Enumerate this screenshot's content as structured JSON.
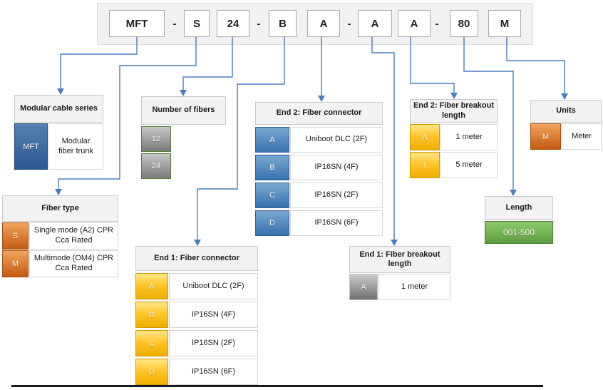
{
  "part_number": {
    "full_code": "MFT-S24-BA-AA-80M",
    "segments": [
      {
        "kind": "box",
        "label": "MFT"
      },
      {
        "kind": "dash",
        "label": "-"
      },
      {
        "kind": "box",
        "label": "S"
      },
      {
        "kind": "box",
        "label": "24"
      },
      {
        "kind": "dash",
        "label": "-"
      },
      {
        "kind": "box",
        "label": "B"
      },
      {
        "kind": "box",
        "label": "A"
      },
      {
        "kind": "dash",
        "label": "-"
      },
      {
        "kind": "box",
        "label": "A"
      },
      {
        "kind": "box",
        "label": "A"
      },
      {
        "kind": "dash",
        "label": "-"
      },
      {
        "kind": "box",
        "label": "80"
      },
      {
        "kind": "box",
        "label": "M"
      }
    ]
  },
  "boxes": {
    "modular_cable_series": {
      "title": "Modular cable series",
      "code_style": "blue-dark",
      "rows": [
        {
          "code": "MFT",
          "desc": "Modular fiber trunk"
        }
      ]
    },
    "fiber_type": {
      "title": "Fiber type",
      "code_style": "orange",
      "rows": [
        {
          "code": "S",
          "desc": "Single mode (A2) CPR Cca Rated"
        },
        {
          "code": "M",
          "desc": "Multimode (OM4) CPR Cca Rated"
        }
      ]
    },
    "number_of_fibers": {
      "title": "Number of fibers",
      "code_style": "gray-green",
      "rows": [
        {
          "code": "12"
        },
        {
          "code": "24"
        }
      ]
    },
    "end1_connector": {
      "title": "End 1: Fiber connector",
      "code_style": "yellow",
      "rows": [
        {
          "code": "A",
          "desc": "Uniboot DLC (2F)"
        },
        {
          "code": "B",
          "desc": "IP16SN (4F)"
        },
        {
          "code": "C",
          "desc": "IP16SN (2F)"
        },
        {
          "code": "D",
          "desc": "IP16SN (6F)"
        }
      ]
    },
    "end2_connector": {
      "title": "End 2: Fiber connector",
      "code_style": "blue",
      "rows": [
        {
          "code": "A",
          "desc": "Uniboot DLC (2F)"
        },
        {
          "code": "B",
          "desc": "IP16SN (4F)"
        },
        {
          "code": "C",
          "desc": "IP16SN (2F)"
        },
        {
          "code": "D",
          "desc": "IP16SN (6F)"
        }
      ]
    },
    "end1_breakout": {
      "title": "End 1: Fiber breakout length",
      "code_style": "gray",
      "rows": [
        {
          "code": "A",
          "desc": "1 meter"
        }
      ]
    },
    "end2_breakout": {
      "title": "End 2: Fiber breakout length",
      "code_style": "yellow",
      "rows": [
        {
          "code": "A",
          "desc": "1 meter"
        },
        {
          "code": "I",
          "desc": "5 meter"
        }
      ]
    },
    "length": {
      "title": "Length",
      "code_style": "green",
      "rows": [
        {
          "code": "001-500"
        }
      ]
    },
    "units": {
      "title": "Units",
      "code_style": "orange",
      "rows": [
        {
          "code": "M",
          "desc": "Meter"
        }
      ]
    }
  },
  "colors": {
    "connector_line": "#4a7cc0",
    "code_blue_dark": "#2c5892",
    "code_blue": "#3672ae",
    "code_yellow": "#efae00",
    "code_orange": "#c55a11",
    "code_gray": "#7a7a7a",
    "code_green": "#5f9e3e",
    "gray_cell_green_border": "#538135",
    "header_bg": "#f2f2f2"
  }
}
